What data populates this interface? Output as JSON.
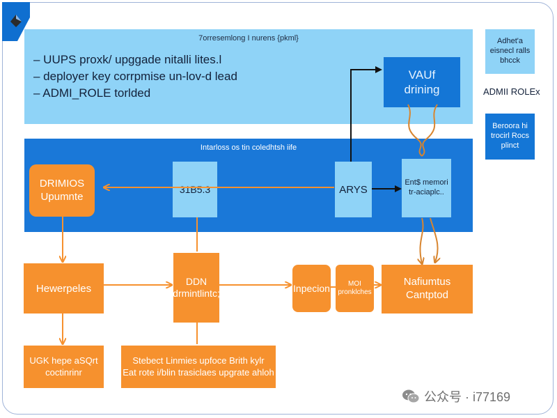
{
  "top_panel": {
    "header": "7orresemlong I nurens {pkml}",
    "bullets": [
      "– UUPS proxk/ upggade nitalli lites.l",
      "– deployer key corrpmise un-lov-d lead",
      "– ADMI_ROLE torlded"
    ]
  },
  "vault_box": {
    "lines": [
      "VAUf",
      "drining"
    ]
  },
  "right_top_box": {
    "lines": [
      "Adhet'a",
      "eisnecl ralls",
      "bhcck"
    ]
  },
  "right_label": "ADMII ROLEx",
  "right_dark_box": {
    "lines": [
      "Beroora hi",
      "trocirl Rocs",
      "plinct"
    ]
  },
  "mid_panel": {
    "header": "Intarloss os tin coledhtsh iife",
    "drimios": [
      "DRIMIOS",
      "Upumnte"
    ],
    "center_value": "31B5.3",
    "arys": "ARYS",
    "ents": [
      "Ent$ memori",
      "tr-aciaplc.."
    ]
  },
  "flow": {
    "hewerpeles": "Hewerpeles",
    "ddn": [
      "DDN",
      "drmintlintc;"
    ],
    "inpecion": "Inpecion",
    "moi": [
      "MOI",
      "pronklches"
    ],
    "nafiumtus": [
      "Nafiumtus",
      "Cantptod"
    ],
    "ugk": [
      "UGK hepe aSQrt",
      "coctinrinr"
    ],
    "stebect": [
      "Stebect Linmies upfoce Brith kylr",
      "Eat rote i/blin trasiclaes upgrate ahloh"
    ]
  },
  "watermark": {
    "text": "公众号 · i77169"
  },
  "colors": {
    "light_blue": "#8fd3f7",
    "mid_blue": "#1a78d8",
    "orange": "#f6912e",
    "arrow_orange": "#f6912e",
    "arrow_dark": "#111111",
    "curve_orange": "#d8852f"
  }
}
